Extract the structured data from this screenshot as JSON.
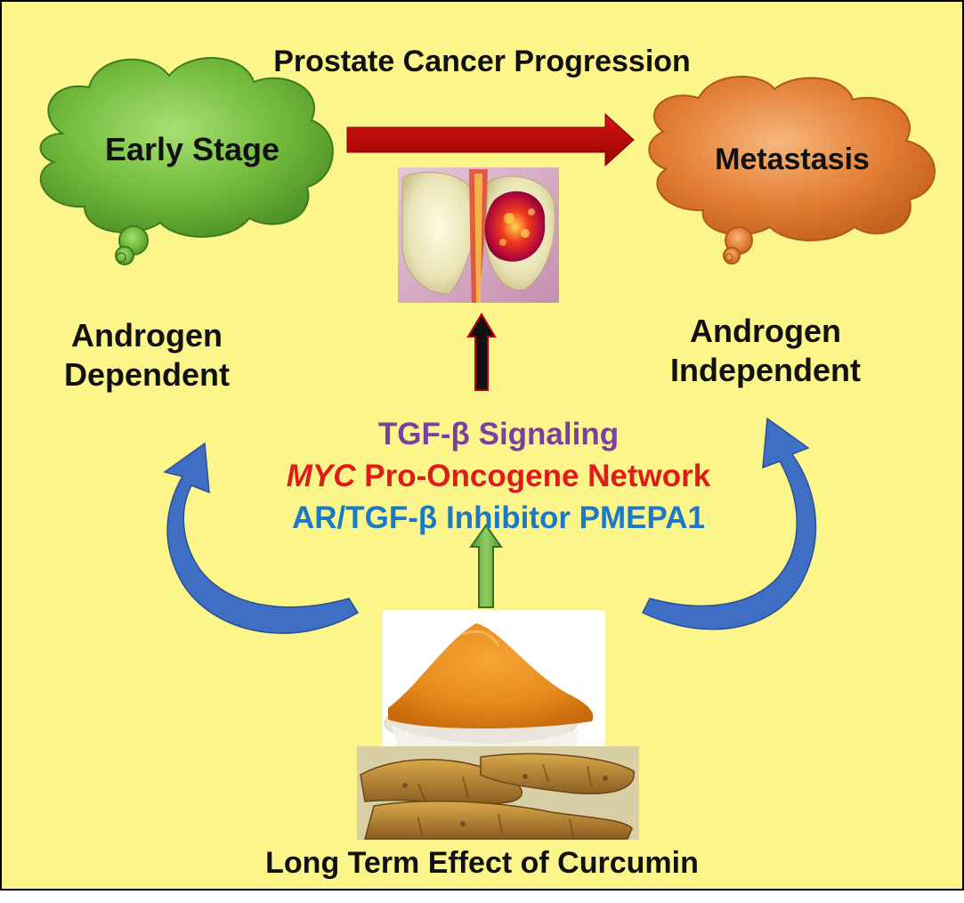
{
  "title": "Prostate Cancer Progression",
  "early_stage": {
    "label": "Early Stage",
    "color": "#5fa830"
  },
  "metastasis": {
    "label": "Metastasis",
    "color": "#e07a30"
  },
  "androgen_dependent": {
    "line1": "Androgen",
    "line2": "Dependent"
  },
  "androgen_independent": {
    "line1": "Androgen",
    "line2": "Independent"
  },
  "mechanisms": {
    "tgf": "TGF-β Signaling",
    "myc_italic": "MYC",
    "myc_rest": " Pro-Oncogene Network",
    "ar": "AR/TGF-β Inhibitor PMEPA1"
  },
  "bottom_label": "Long Term Effect of Curcumin",
  "colors": {
    "background": "#fbf58a",
    "progression_arrow": "#c00000",
    "cycle_arrows": "#3f6fc4",
    "up_arrow_curcumin": "#70ad47",
    "up_arrow_tumor": "#000000",
    "tgf_text": "#7b3ea1",
    "myc_text": "#e01b1b",
    "ar_text": "#1a79c9"
  }
}
